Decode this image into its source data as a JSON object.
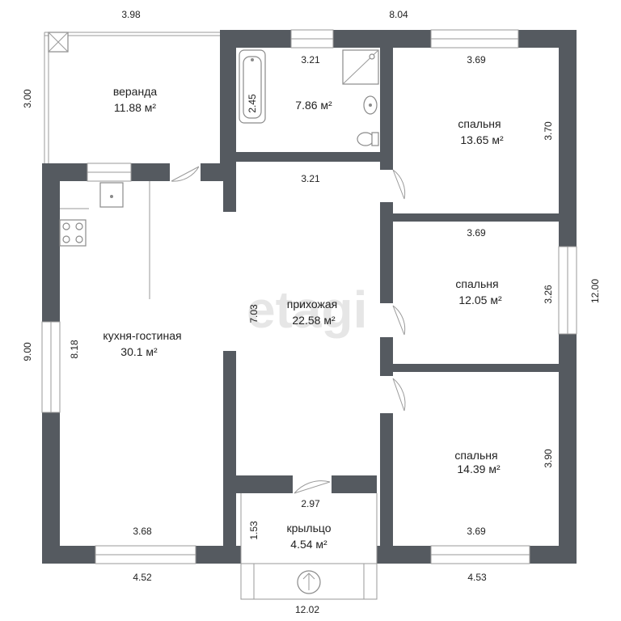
{
  "watermark": "etagi",
  "rooms": {
    "veranda": {
      "name": "веранда",
      "area": "11.88 м²"
    },
    "bathroom": {
      "name": "",
      "area": "7.86 м²"
    },
    "bedroom1": {
      "name": "спальня",
      "area": "13.65 м²"
    },
    "kitchen": {
      "name": "кухня-гостиная",
      "area": "30.1 м²"
    },
    "hallway": {
      "name": "прихожая",
      "area": "22.58 м²"
    },
    "bedroom2": {
      "name": "спальня",
      "area": "12.05 м²"
    },
    "bedroom3": {
      "name": "спальня",
      "area": "14.39 м²"
    },
    "porch": {
      "name": "крыльцо",
      "area": "4.54 м²"
    }
  },
  "dimensions": {
    "top_left": "3.98",
    "top_right": "8.04",
    "veranda_height": "3.00",
    "left_height": "9.00",
    "right_height": "12.00",
    "bottom_left": "4.52",
    "bottom_right": "4.53",
    "bottom_total": "12.02",
    "bath_top_width": "3.21",
    "bath_height": "2.45",
    "bed1_width": "3.69",
    "bed1_height": "3.70",
    "hall_top_width": "3.21",
    "hall_height": "7.03",
    "kitchen_height": "8.18",
    "kitchen_width": "3.68",
    "bed2_width": "3.69",
    "bed2_height": "3.26",
    "bed3_height": "3.90",
    "bed3_width": "3.69",
    "porch_width": "2.97",
    "porch_height": "1.53"
  }
}
